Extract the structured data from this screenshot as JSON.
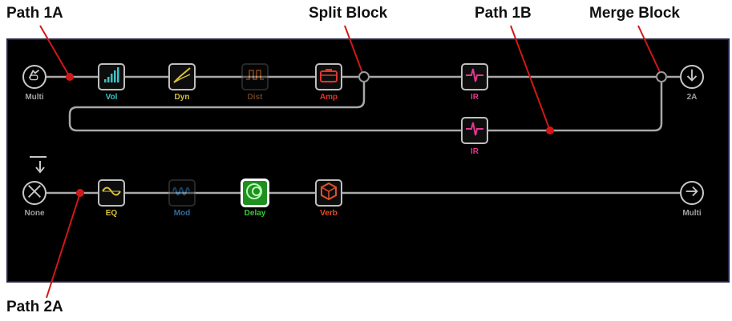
{
  "callouts": {
    "path_1a": "Path 1A",
    "split_block": "Split Block",
    "path_1b": "Path 1B",
    "merge_block": "Merge Block",
    "path_2a": "Path 2A"
  },
  "path1": {
    "input_label": "Multi",
    "output_label": "2A",
    "blocks": [
      {
        "label": "Vol",
        "color": "#3fc2c2",
        "icon": "volume-bars-icon"
      },
      {
        "label": "Dyn",
        "color": "#d9c23a",
        "icon": "dynamics-icon"
      },
      {
        "label": "Dist",
        "color": "#e0762c",
        "icon": "distortion-icon",
        "bypassed": true
      },
      {
        "label": "Amp",
        "color": "#e0362c",
        "icon": "amp-icon"
      },
      {
        "label": "IR",
        "color": "#e0388e",
        "icon": "impulse-response-icon"
      }
    ],
    "path_b_blocks": [
      {
        "label": "IR",
        "color": "#e0388e",
        "icon": "impulse-response-icon"
      }
    ]
  },
  "path2": {
    "input_label": "None",
    "output_label": "Multi",
    "blocks": [
      {
        "label": "EQ",
        "color": "#d9c23a",
        "icon": "eq-icon"
      },
      {
        "label": "Mod",
        "color": "#2e8fd6",
        "icon": "modulation-icon",
        "bypassed": true
      },
      {
        "label": "Delay",
        "color": "#33cc33",
        "icon": "delay-icon",
        "selected": true
      },
      {
        "label": "Verb",
        "color": "#e0502c",
        "icon": "reverb-icon"
      }
    ]
  },
  "colors": {
    "callout_line": "#d01818",
    "signal_line": "#a8a8a8"
  }
}
